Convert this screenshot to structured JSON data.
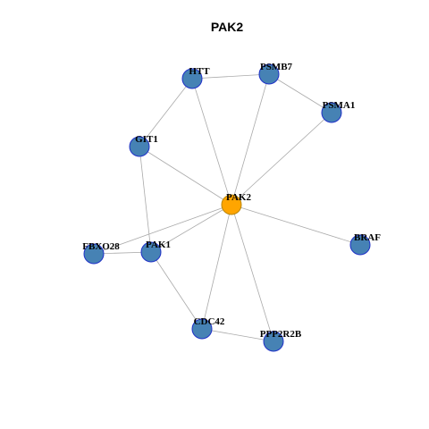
{
  "title": "PAK2",
  "colors": {
    "center_fill": "#FFA500",
    "center_stroke": "#B8860B",
    "node_fill": "#4682B4",
    "node_stroke": "#1F30C8",
    "edge": "#AAAAAA"
  },
  "nodes": [
    {
      "id": "PAK2",
      "label": "PAK2",
      "center": true
    },
    {
      "id": "HTT",
      "label": "HTT"
    },
    {
      "id": "PSMB7",
      "label": "PSMB7"
    },
    {
      "id": "PSMA1",
      "label": "PSMA1"
    },
    {
      "id": "GIT1",
      "label": "GIT1"
    },
    {
      "id": "BRAF",
      "label": "BRAF"
    },
    {
      "id": "FBXO28",
      "label": "FBXO28"
    },
    {
      "id": "PAK1",
      "label": "PAK1"
    },
    {
      "id": "CDC42",
      "label": "CDC42"
    },
    {
      "id": "PPP2R2B",
      "label": "PPP2R2B"
    }
  ],
  "edges": [
    [
      "HTT",
      "PSMB7"
    ],
    [
      "HTT",
      "GIT1"
    ],
    [
      "HTT",
      "PAK2"
    ],
    [
      "PSMB7",
      "PSMA1"
    ],
    [
      "PSMB7",
      "PAK2"
    ],
    [
      "PSMA1",
      "PAK2"
    ],
    [
      "GIT1",
      "PAK2"
    ],
    [
      "GIT1",
      "PAK1"
    ],
    [
      "PAK2",
      "BRAF"
    ],
    [
      "PAK2",
      "FBXO28"
    ],
    [
      "PAK2",
      "PAK1"
    ],
    [
      "PAK2",
      "CDC42"
    ],
    [
      "PAK2",
      "PPP2R2B"
    ],
    [
      "FBXO28",
      "PAK1"
    ],
    [
      "PAK1",
      "CDC42"
    ],
    [
      "CDC42",
      "PPP2R2B"
    ]
  ]
}
